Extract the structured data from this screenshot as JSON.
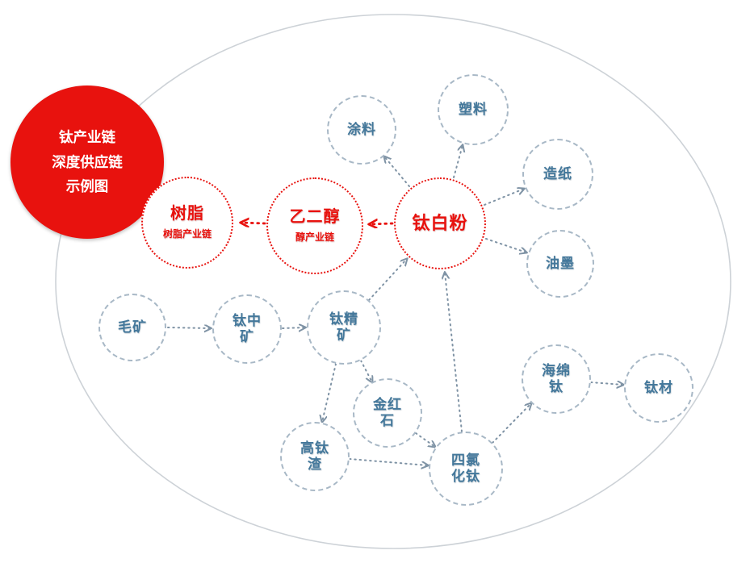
{
  "title_badge": {
    "lines": [
      "钛产业链",
      "深度供应链",
      "示例图"
    ]
  },
  "palette": {
    "accent_red": "#e8120e",
    "node_text_blue": "#44789b",
    "node_border_dashed": "#a8b8c6",
    "arrow_gray": "#7f93a5",
    "ellipse_border": "#cdd2d7"
  },
  "nodes": {
    "shuzhi": {
      "label": "树脂",
      "sub": "树脂产业链"
    },
    "yierchun": {
      "label": "乙二醇",
      "sub": "醇产业链"
    },
    "taibaifen": {
      "label": "钛白粉"
    },
    "tuliao": {
      "label": "涂料"
    },
    "suliao": {
      "label": "塑料"
    },
    "zaozhi": {
      "label": "造纸"
    },
    "youmo": {
      "label": "油墨"
    },
    "maokuang": {
      "label": "毛矿"
    },
    "taizhongkuang": {
      "label": "钛中矿"
    },
    "taijingkuang": {
      "label": "钛精矿"
    },
    "jinhongshi": {
      "label": "金红石"
    },
    "gaotaizha": {
      "label": "高钛渣"
    },
    "siluhuatai": {
      "label": "四氯化钛"
    },
    "haimiantai": {
      "label": "海绵钛"
    },
    "taicai": {
      "label": "钛材"
    }
  },
  "edges": [
    {
      "from": "钛白粉",
      "to": "涂料",
      "style": "dotted-gray"
    },
    {
      "from": "钛白粉",
      "to": "塑料",
      "style": "dotted-gray"
    },
    {
      "from": "钛白粉",
      "to": "造纸",
      "style": "dotted-gray"
    },
    {
      "from": "钛白粉",
      "to": "油墨",
      "style": "dotted-gray"
    },
    {
      "from": "钛白粉",
      "to": "乙二醇",
      "style": "dotted-red"
    },
    {
      "from": "乙二醇",
      "to": "树脂",
      "style": "dotted-red"
    },
    {
      "from": "毛矿",
      "to": "钛中矿",
      "style": "dotted-gray"
    },
    {
      "from": "钛中矿",
      "to": "钛精矿",
      "style": "dotted-gray"
    },
    {
      "from": "钛精矿",
      "to": "钛白粉",
      "style": "dotted-gray"
    },
    {
      "from": "四氯化钛",
      "to": "钛白粉",
      "style": "dotted-gray"
    },
    {
      "from": "钛精矿",
      "to": "金红石",
      "style": "dotted-gray"
    },
    {
      "from": "钛精矿",
      "to": "高钛渣",
      "style": "dotted-gray"
    },
    {
      "from": "高钛渣",
      "to": "四氯化钛",
      "style": "dotted-gray"
    },
    {
      "from": "金红石",
      "to": "四氯化钛",
      "style": "dotted-gray"
    },
    {
      "from": "四氯化钛",
      "to": "海绵钛",
      "style": "dotted-gray"
    },
    {
      "from": "海绵钛",
      "to": "钛材",
      "style": "dotted-gray"
    }
  ]
}
